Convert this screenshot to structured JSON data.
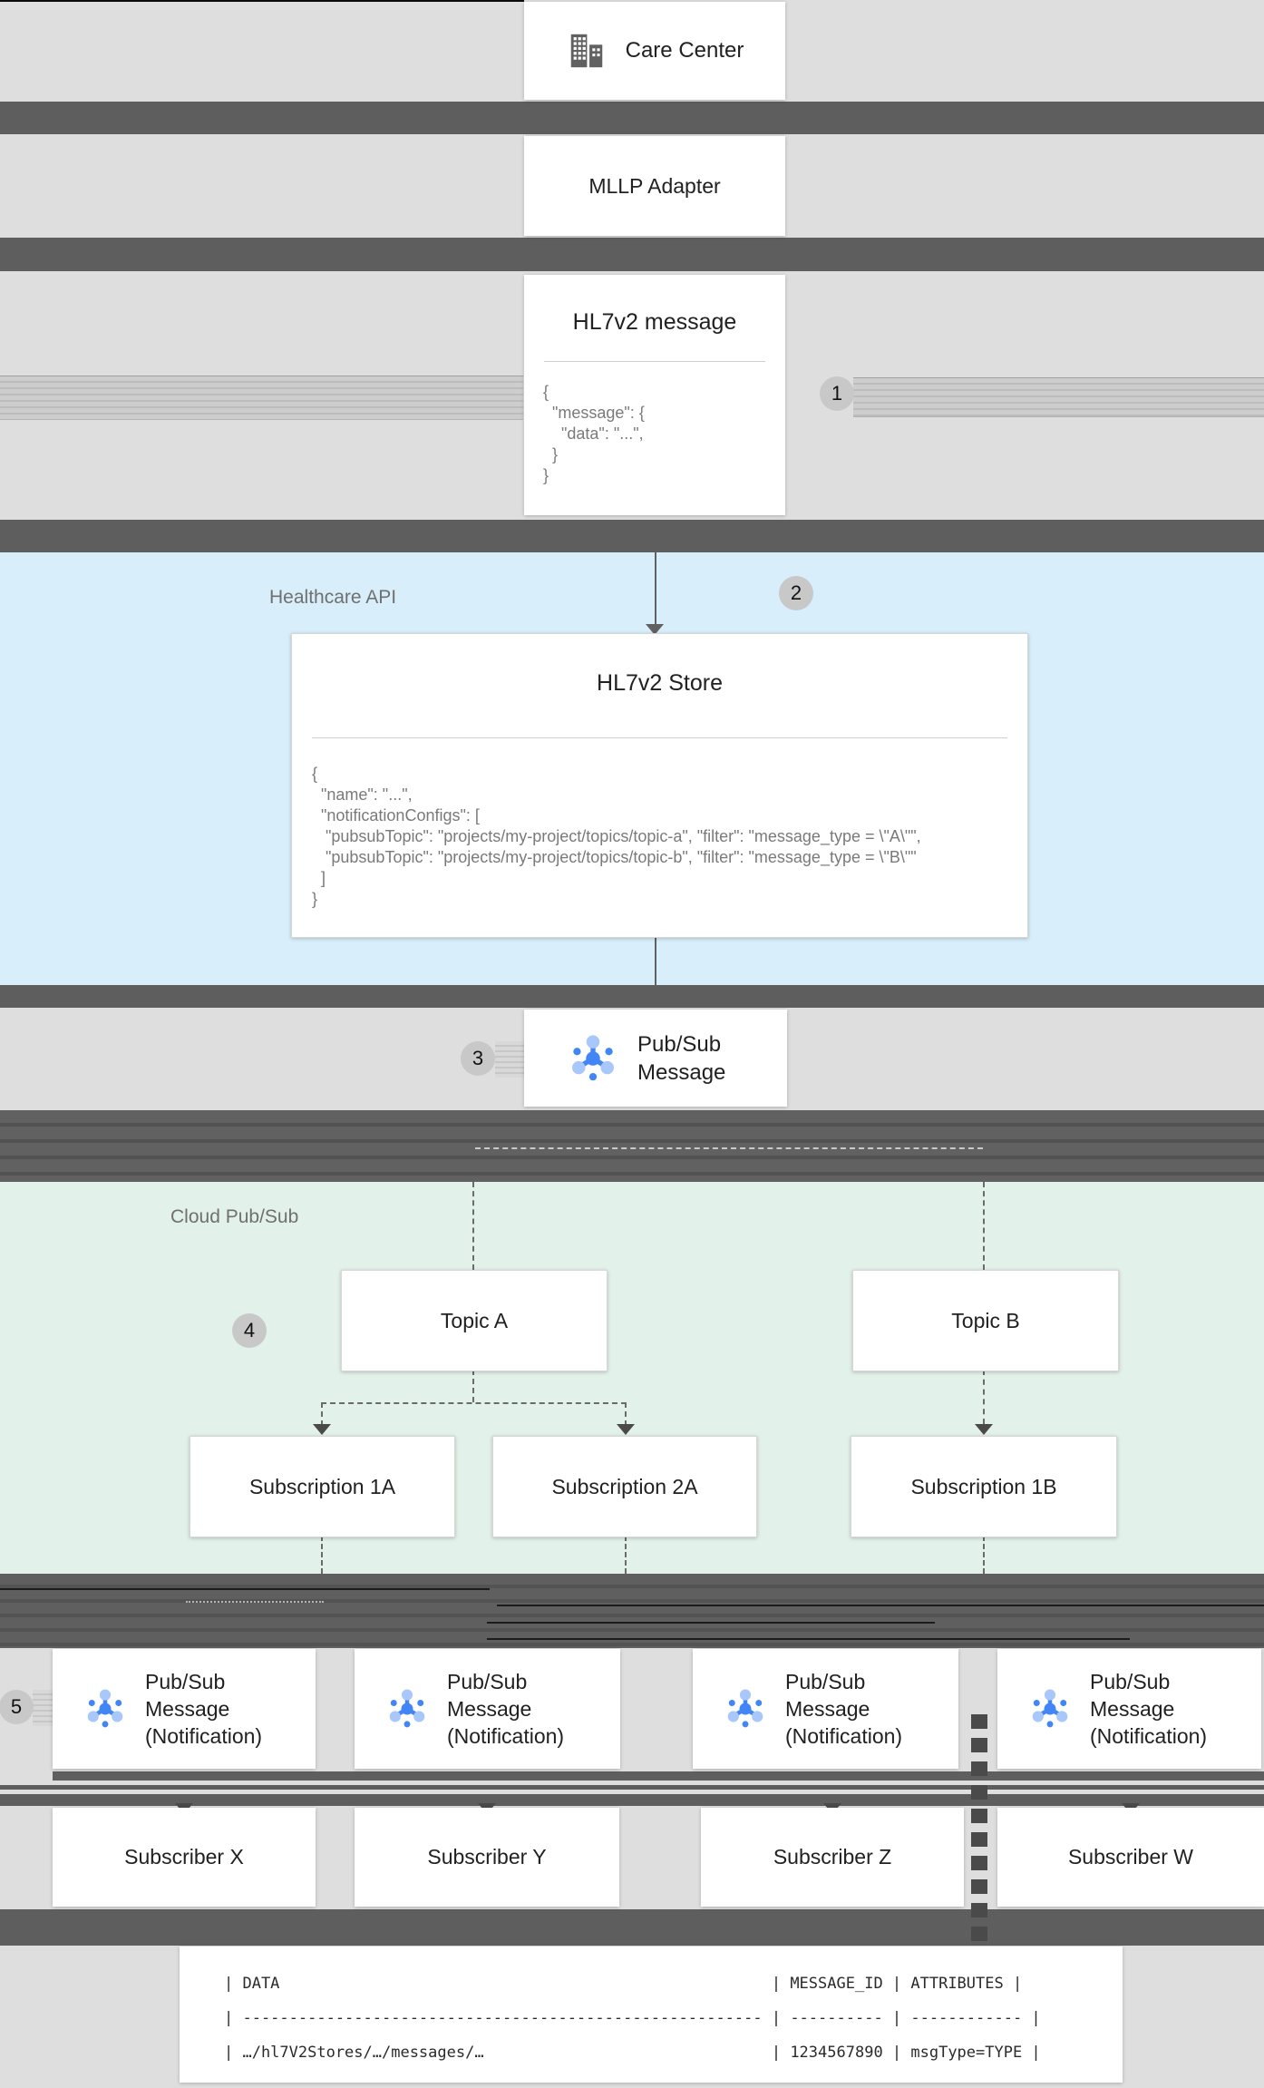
{
  "colors": {
    "page_bg": "#dedede",
    "band": "#5e5e5e",
    "healthcare_bg": "#d8eefa",
    "pubsub_section_bg": "#e2f1e9",
    "badge_bg": "#c8c8c8",
    "icon_blue": "#4285f4",
    "icon_blue_light": "#a8c7fa"
  },
  "badges": {
    "step1": "1",
    "step2": "2",
    "step3": "3",
    "step4": "4",
    "step5": "5"
  },
  "sections": {
    "healthcare_api": "Healthcare API",
    "cloud_pubsub": "Cloud Pub/Sub"
  },
  "nodes": {
    "care_center": "Care Center",
    "mllp_adapter": "MLLP Adapter",
    "hl7v2_message_title": "HL7v2 message",
    "hl7v2_message_code": "{\n  \"message\": {\n    \"data\": \"...\",\n  }\n}",
    "hl7v2_store_title": "HL7v2 Store",
    "hl7v2_store_code": "{\n  \"name\": \"...\",\n  \"notificationConfigs\": [\n   \"pubsubTopic\": \"projects/my-project/topics/topic-a\", \"filter\": \"message_type = \\\"A\\\"\",\n   \"pubsubTopic\": \"projects/my-project/topics/topic-b\", \"filter\": \"message_type = \\\"B\\\"\"\n  ]\n}",
    "pubsub_message": "Pub/Sub\nMessage",
    "topic_a": "Topic A",
    "topic_b": "Topic B",
    "subscription_1a": "Subscription 1A",
    "subscription_2a": "Subscription 2A",
    "subscription_1b": "Subscription 1B",
    "notification": "Pub/Sub\nMessage\n(Notification)",
    "subscriber_x": "Subscriber X",
    "subscriber_y": "Subscriber Y",
    "subscriber_z": "Subscriber Z",
    "subscriber_w": "Subscriber W"
  },
  "table": {
    "rows": [
      "| DATA                                                     | MESSAGE_ID | ATTRIBUTES |",
      "| -------------------------------------------------------- | ---------- | ------------ |",
      "| …/hl7V2Stores/…/messages/…                               | 1234567890 | msgType=TYPE |"
    ]
  }
}
